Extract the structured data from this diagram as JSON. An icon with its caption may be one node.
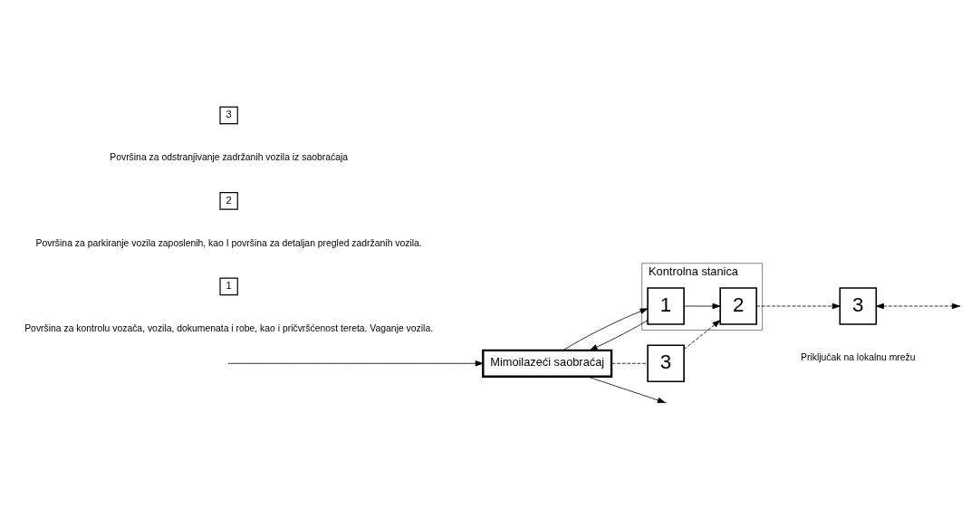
{
  "diagram": {
    "nodes": [
      {
        "text": [
          "Mimoilazeći saobraćaj"
        ]
      },
      {
        "text": [
          "Kontrolna stanica"
        ]
      },
      {
        "text": [
          "1"
        ],
        "in": 1
      },
      {
        "text": [
          "2"
        ],
        "in": 1
      },
      {
        "text": [
          "3"
        ]
      },
      {
        "text": [
          "3"
        ],
        "beside": [
          "Priključak na lokalnu mrežu"
        ]
      },
      {
        "text": [
          "1"
        ],
        "beside": [
          "Površina za kontrolu vozača, vozila, dokumenata i robe, kao i pričvršćenost tereta. Vaganje vozila."
        ]
      },
      {
        "text": [
          "2"
        ],
        "beside": [
          "Površina za parkiranje vozila zaposlenih, kao I površina za detaljan pregled zadržanih vozila."
        ]
      },
      {
        "text": [
          "3"
        ],
        "beside": [
          "Površina za odstranjivanje zadržanih vozila iz saobraćaja"
        ]
      }
    ],
    "edges": [
      {
        "from": null,
        "to": 0,
        "arrow": "to"
      },
      {
        "from": 0,
        "to": null,
        "arrow": "to"
      },
      {
        "from": 0,
        "to": 2,
        "arrow": "to"
      },
      {
        "from": 2,
        "to": 0,
        "arrow": "to"
      },
      {
        "from": 2,
        "to": 3,
        "arrow": "to"
      },
      {
        "from": 0,
        "to": 4,
        "arrow": "none",
        "style": "dashed"
      },
      {
        "from": 4,
        "to": 3,
        "arrow": "to",
        "style": "dashed"
      },
      {
        "from": 3,
        "to": 5,
        "arrow": "to",
        "style": "dashed"
      },
      {
        "from": 5,
        "to": null,
        "arrow": "both",
        "style": "dashed"
      }
    ]
  }
}
